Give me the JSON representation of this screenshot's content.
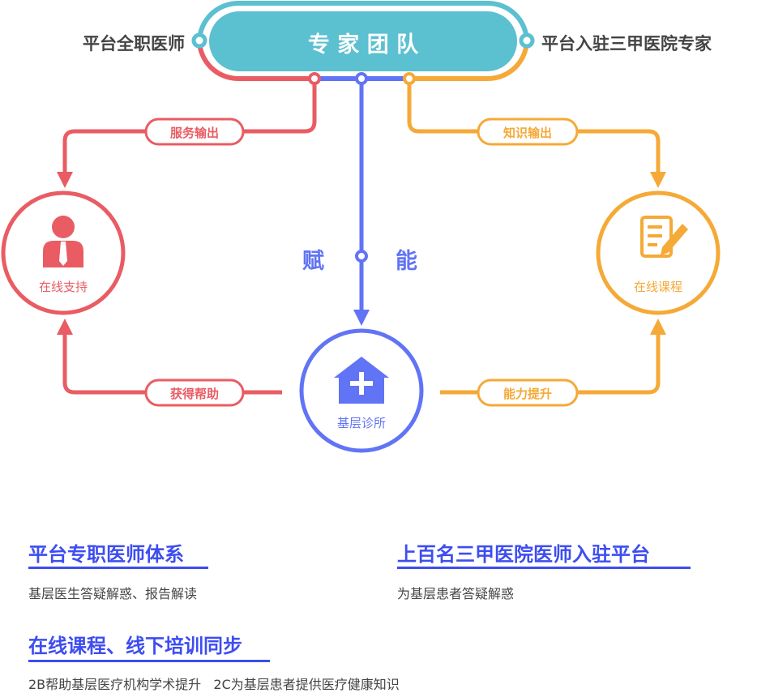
{
  "header": {
    "title": "专 家 团 队",
    "left_label": "平台全职医师",
    "right_label": "平台入驻三甲医院专家"
  },
  "flows": {
    "service_output": "服务输出",
    "knowledge_output": "知识输出",
    "get_help": "获得帮助",
    "capability_up": "能力提升",
    "empower_1": "赋",
    "empower_2": "能"
  },
  "nodes": {
    "online_support": {
      "label": "在线支持",
      "icon": "doctor-person-icon"
    },
    "online_course": {
      "label": "在线课程",
      "icon": "document-pen-icon"
    },
    "clinic": {
      "label": "基层诊所",
      "icon": "house-plus-icon"
    }
  },
  "features": [
    {
      "title": "平台专职医师体系",
      "desc": "基层医生答疑解惑、报告解读"
    },
    {
      "title": "上百名三甲医院医师入驻平台",
      "desc": "为基层患者答疑解惑"
    },
    {
      "title": "在线课程、线下培训同步",
      "desc": "2B帮助基层医疗机构学术提升   2C为基层患者提供医疗健康知识"
    }
  ],
  "colors": {
    "teal": "#5bc0cf",
    "red": "#e95c63",
    "blue": "#6174f5",
    "orange": "#f5a937",
    "heading": "#3d4df0"
  }
}
